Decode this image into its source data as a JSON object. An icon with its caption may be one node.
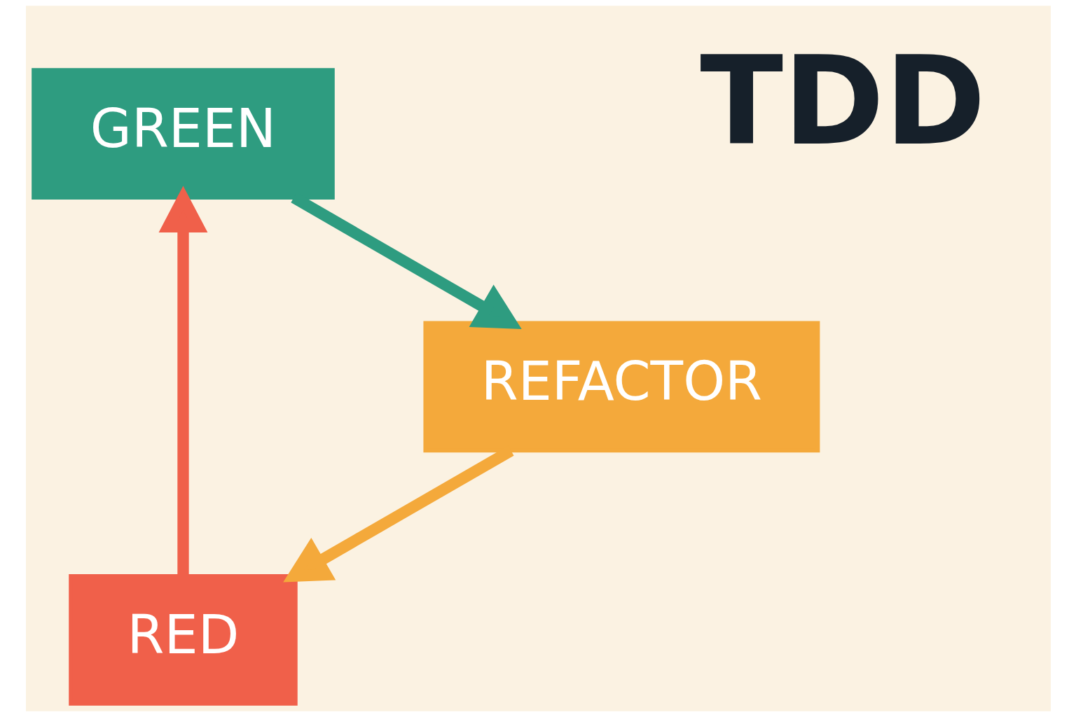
{
  "diagram": {
    "nodes": [
      {
        "text": [
          "RED"
        ]
      },
      {
        "text": [
          "GREEN"
        ]
      },
      {
        "text": [
          "REFACTOR"
        ]
      }
    ],
    "edges": [
      {
        "from": 0,
        "to": 1,
        "arrow": "to",
        "color": "#f0604a"
      },
      {
        "from": 1,
        "to": 2,
        "arrow": "to",
        "color": "#2e9c80"
      },
      {
        "from": 2,
        "to": 0,
        "arrow": "to",
        "color": "#f4a93b"
      }
    ],
    "labels": [
      "TDD"
    ]
  }
}
